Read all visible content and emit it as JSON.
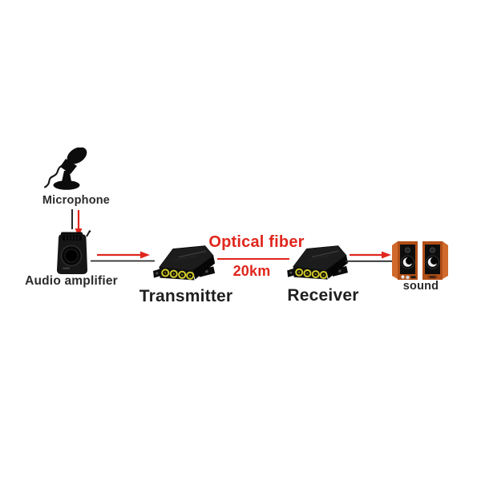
{
  "diagram": {
    "nodes": [
      {
        "id": "microphone",
        "label": "Microphone",
        "icon": "microphone-icon"
      },
      {
        "id": "amplifier",
        "label": "Audio amplifier",
        "icon": "audio-amplifier-icon"
      },
      {
        "id": "transmitter",
        "label": "Transmitter",
        "icon": "fiber-converter-icon"
      },
      {
        "id": "receiver",
        "label": "Receiver",
        "icon": "fiber-converter-icon"
      },
      {
        "id": "speakers",
        "label": "sound",
        "icon": "speakers-icon"
      }
    ],
    "fiber_link": {
      "label": "Optical fiber",
      "distance": "20km"
    },
    "connections": [
      {
        "from": "microphone",
        "to": "amplifier"
      },
      {
        "from": "amplifier",
        "to": "transmitter"
      },
      {
        "from": "transmitter",
        "to": "receiver",
        "via": "Optical fiber 20km"
      },
      {
        "from": "receiver",
        "to": "speakers"
      }
    ],
    "colors": {
      "accent_red": "#e0261d",
      "line_dark": "#2b2b2b",
      "label_text": "#2b2b2b",
      "device_black": "#141414",
      "jack_yellow": "#d6ce2a",
      "speaker_orange": "#b24f18",
      "background": "#ffffff"
    }
  }
}
